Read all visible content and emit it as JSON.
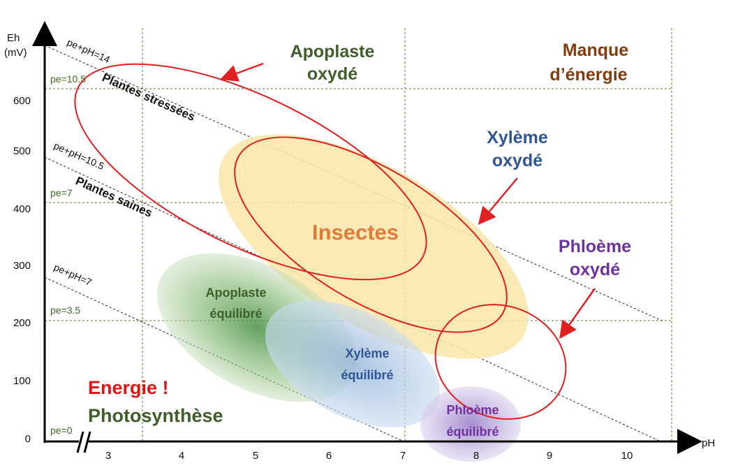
{
  "axes": {
    "y_label_1": "Eh",
    "y_label_2": "(mV)",
    "x_label": "pH",
    "x_ticks": [
      "3",
      "4",
      "5",
      "6",
      "7",
      "8",
      "9",
      "10"
    ],
    "y_ticks": [
      "0",
      "100",
      "200",
      "300",
      "400",
      "500",
      "600"
    ]
  },
  "pe_lines": {
    "pe0": "pe=0",
    "pe35": "pe=3.5",
    "pe7": "pe=7",
    "pe105": "pe=10.5"
  },
  "diagonals": {
    "d14": "pe+pH=14",
    "d105": "pe+pH=10.5",
    "d7": "pe+pH=7"
  },
  "labels": {
    "stressed_plants": "Plantes stressées",
    "healthy_plants": "Plantes saines",
    "apoplast_oxidized_1": "Apoplaste",
    "apoplast_oxidized_2": "oxydé",
    "energy_lack_1": "Manque",
    "energy_lack_2": "d’énergie",
    "xylem_oxidized_1": "Xylème",
    "xylem_oxidized_2": "oxydé",
    "insects": "Insectes",
    "phloem_oxidized_1": "Phloème",
    "phloem_oxidized_2": "oxydé",
    "apoplast_eq_1": "Apoplaste",
    "apoplast_eq_2": "équilibré",
    "xylem_eq_1": "Xylème",
    "xylem_eq_2": "équilibré",
    "phloem_eq_1": "Phloème",
    "phloem_eq_2": "équilibré",
    "energy": "Energie !",
    "photosynthesis": "Photosynthèse"
  },
  "colors": {
    "apoplast": "#3f5f2a",
    "xylem": "#2e5597",
    "phloem": "#7030a0",
    "insects": "#e07b39",
    "energy": "#e31414",
    "energy_lack": "#843c0c",
    "pe_text": "#3f6b22",
    "red_outline": "#e02020"
  }
}
